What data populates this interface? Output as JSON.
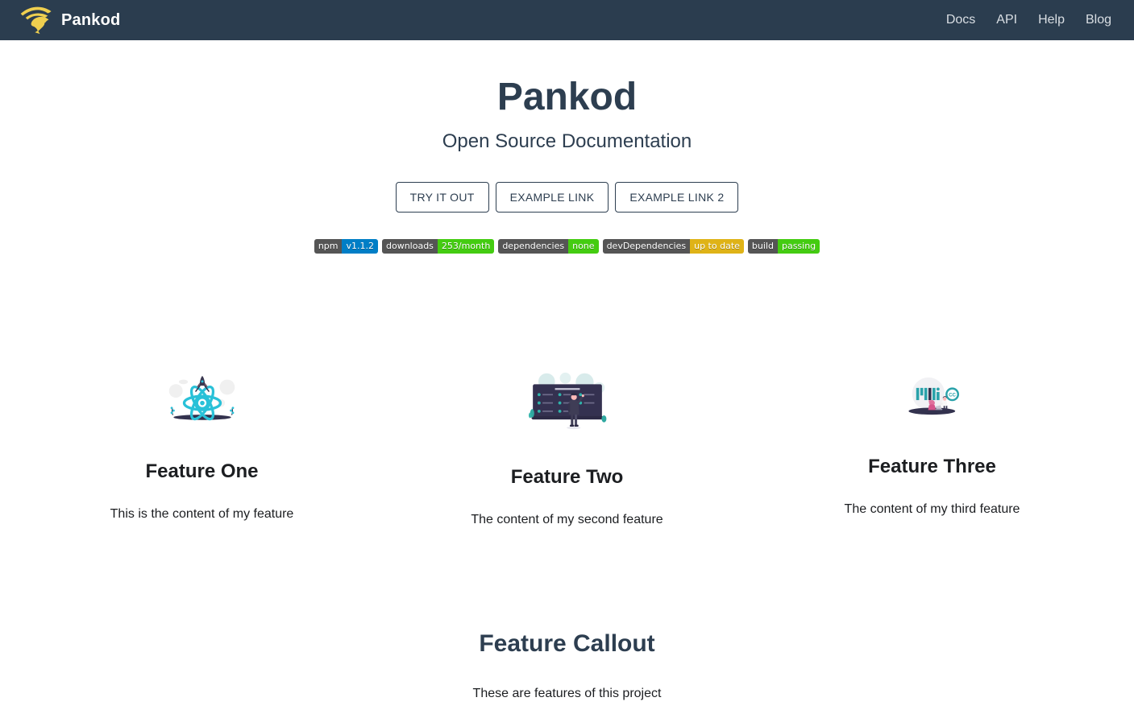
{
  "navbar": {
    "brand": "Pankod",
    "links": [
      {
        "label": "Docs"
      },
      {
        "label": "API"
      },
      {
        "label": "Help"
      },
      {
        "label": "Blog"
      }
    ]
  },
  "hero": {
    "title": "Pankod",
    "subtitle": "Open Source Documentation",
    "buttons": [
      {
        "label": "TRY IT OUT"
      },
      {
        "label": "EXAMPLE LINK"
      },
      {
        "label": "EXAMPLE LINK 2"
      }
    ],
    "badges": [
      {
        "label": "npm",
        "value": "v1.1.2",
        "value_color": "#007ec6"
      },
      {
        "label": "downloads",
        "value": "253/month",
        "value_color": "#44cc11"
      },
      {
        "label": "dependencies",
        "value": "none",
        "value_color": "#44cc11"
      },
      {
        "label": "devDependencies",
        "value": "up to date",
        "value_color": "#dfb317"
      },
      {
        "label": "build",
        "value": "passing",
        "value_color": "#44cc11"
      }
    ]
  },
  "features": [
    {
      "title": "Feature One",
      "content": "This is the content of my feature",
      "icon": "react-atom-illustration"
    },
    {
      "title": "Feature Two",
      "content": "The content of my second feature",
      "icon": "presentation-board-illustration"
    },
    {
      "title": "Feature Three",
      "content": "The content of my third feature",
      "icon": "open-source-mit-illustration"
    }
  ],
  "callout": {
    "title": "Feature Callout",
    "content": "These are features of this project"
  },
  "illustrations": {
    "cc_badge_text": "CC"
  },
  "colors": {
    "navbar_bg": "#2b3d4f",
    "heading": "#2d3e50",
    "body_text": "#1c1e21",
    "logo_gold": "#efcf4f",
    "accent_teal": "#29c1d8",
    "badge_label_bg": "#555555"
  }
}
